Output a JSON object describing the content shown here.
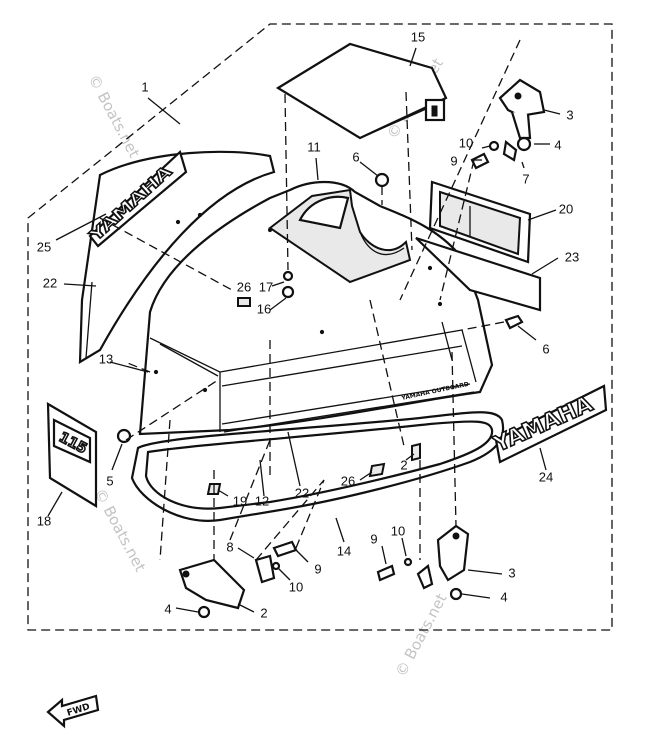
{
  "diagram": {
    "callouts": [
      "1",
      "15",
      "3",
      "10",
      "4",
      "9",
      "7",
      "11",
      "6",
      "20",
      "23",
      "25",
      "22",
      "26",
      "17",
      "16",
      "6",
      "13",
      "5",
      "18",
      "19",
      "12",
      "22",
      "26",
      "2",
      "24",
      "14",
      "8",
      "9",
      "10",
      "9",
      "10",
      "3",
      "4",
      "4",
      "2",
      "2"
    ],
    "decals": {
      "brand_left": "YAMAHA",
      "brand_right": "YAMAHA",
      "hp_plate": "115",
      "cowl_label": "YAMAHA OUTBOARD"
    },
    "watermarks": [
      "© Boats.net",
      "© Boats.net",
      "© Boats.net",
      "© Boats.net"
    ],
    "fwd_label": "FWD"
  }
}
